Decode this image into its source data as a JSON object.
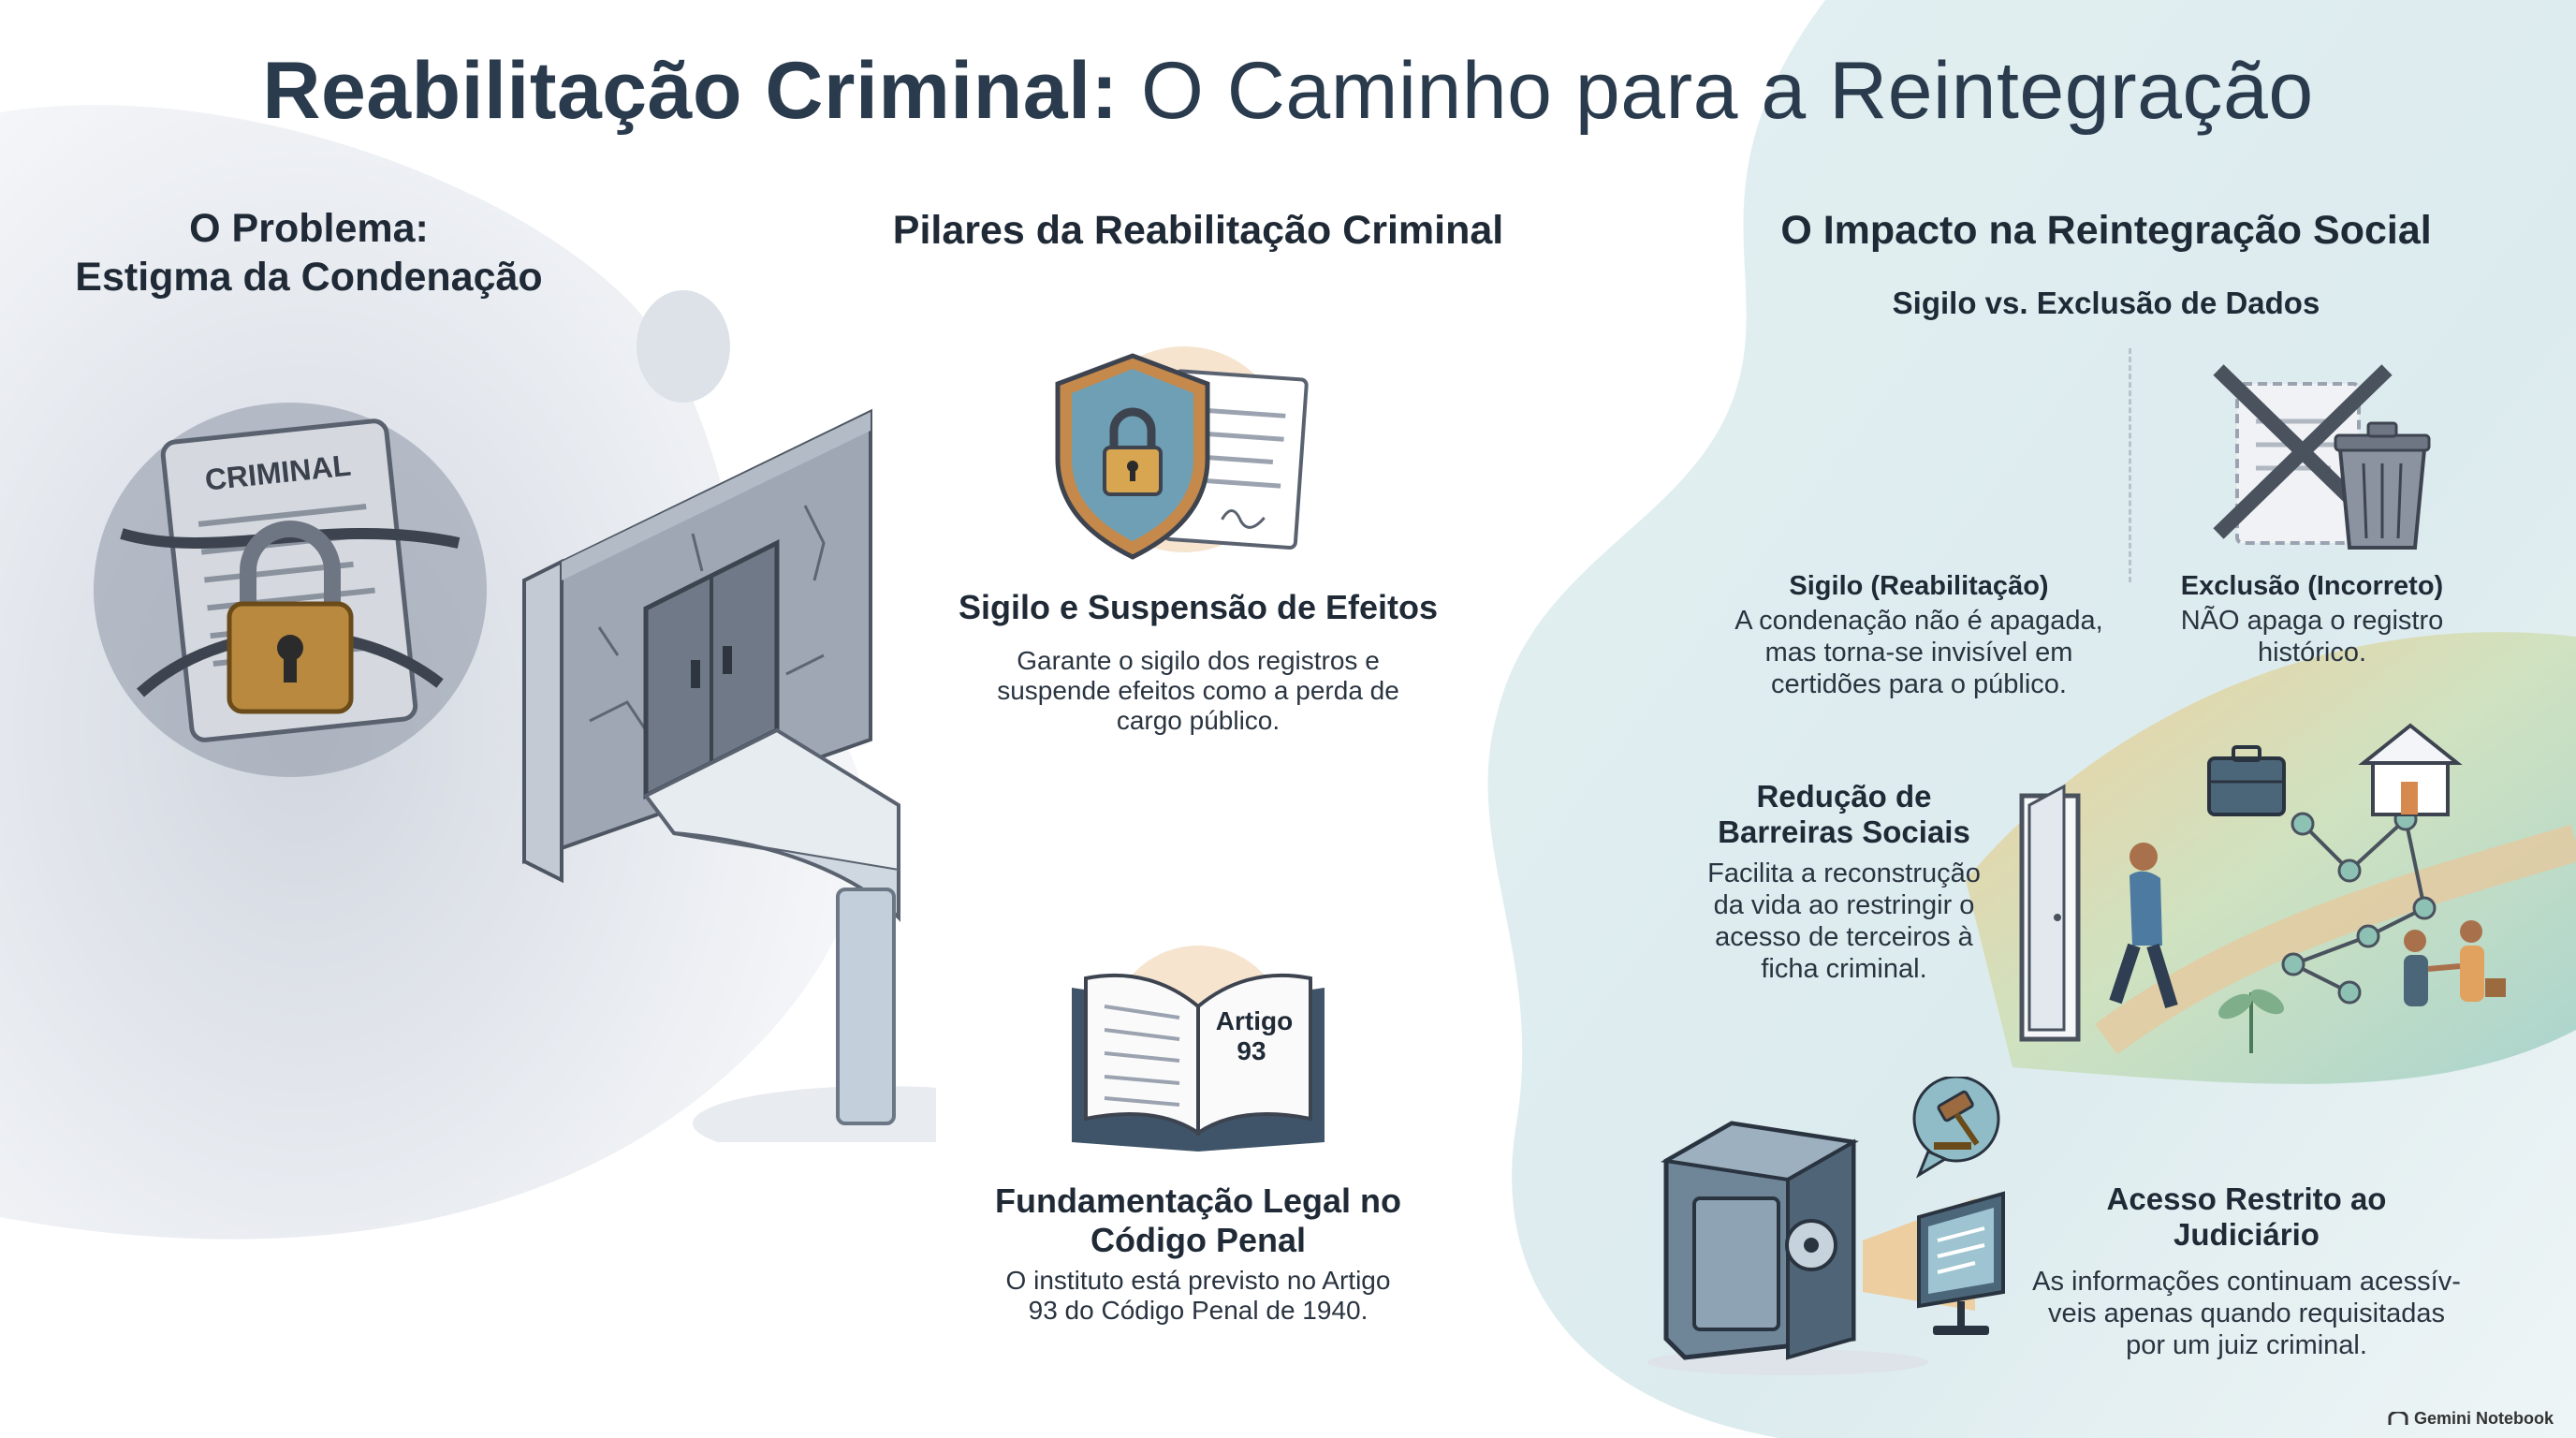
{
  "title": {
    "bold": "Reabilitação Criminal:",
    "light": "O Caminho para a Reintegração"
  },
  "problem": {
    "heading_line1": "O Problema:",
    "heading_line2": "Estigma da Condenação",
    "document_label": "CRIMINAL"
  },
  "pillars": {
    "heading": "Pilares da Reabilitação Criminal",
    "items": [
      {
        "title": "Sigilo e Suspensão de Efeitos",
        "text_lines": [
          "Garante o sigilo dos registros e",
          "suspende efeitos como a perda de",
          "cargo público."
        ]
      },
      {
        "title_lines": [
          "Fundamentação Legal no",
          "Código Penal"
        ],
        "text_lines": [
          "O instituto está previsto no Artigo",
          "93 do Código Penal de 1940."
        ],
        "book_label_line1": "Artigo",
        "book_label_line2": "93"
      }
    ]
  },
  "impact": {
    "heading": "O Impacto na Reintegração Social",
    "subheading": "Sigilo vs. Exclusão de Dados",
    "sigilo": {
      "title": "Sigilo (Reabilitação)",
      "text_lines": [
        "A condenação não é apagada,",
        "mas torna-se invisível em",
        "certidões para o público."
      ]
    },
    "exclusao": {
      "title": "Exclusão (Incorreto)",
      "text_lines": [
        "NÃO apaga o registro",
        "histórico."
      ]
    },
    "barreiras": {
      "title_lines": [
        "Redução de",
        "Barreiras Sociais"
      ],
      "text_lines": [
        "Facilita a reconstrução",
        "da vida ao restringir o",
        "acesso de terceiros à",
        "ficha criminal."
      ]
    },
    "acesso": {
      "title_lines": [
        "Acesso Restrito ao",
        "Judiciário"
      ],
      "text_lines": [
        "As informações continuam acessív-",
        "veis apenas quando requisitadas",
        "por um juiz criminal."
      ]
    }
  },
  "footer": {
    "brand": "Gemini Notebook"
  }
}
